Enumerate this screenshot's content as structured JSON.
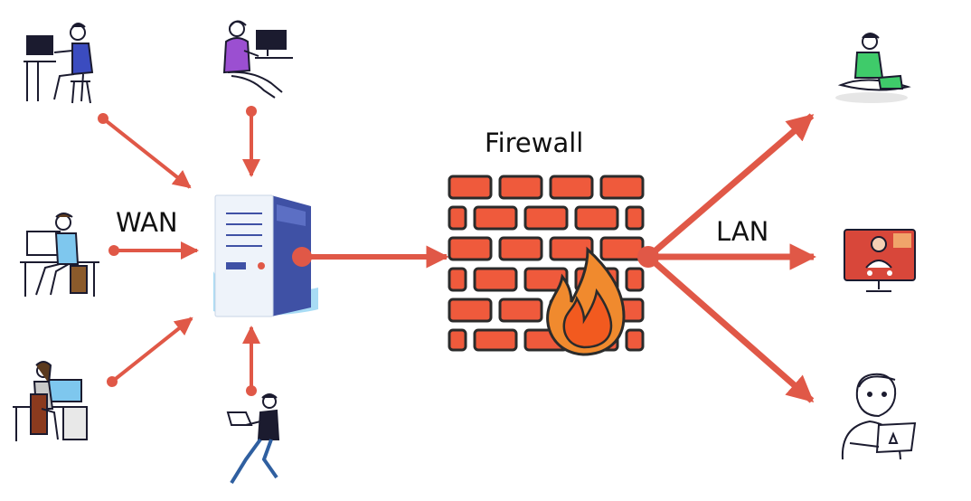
{
  "labels": {
    "wan": "WAN",
    "lan": "LAN",
    "firewall": "Firewall"
  },
  "nodes": {
    "wan_users": [
      {
        "name": "user-desktop-top-left-icon"
      },
      {
        "name": "user-headset-top-icon"
      },
      {
        "name": "user-desk-left-icon"
      },
      {
        "name": "user-woman-bottom-left-icon"
      },
      {
        "name": "user-laptop-walking-icon"
      }
    ],
    "server": {
      "name": "server-tower-icon"
    },
    "firewall": {
      "name": "firewall-brick-wall-icon"
    },
    "lan_users": [
      {
        "name": "user-laptop-sitting-icon"
      },
      {
        "name": "video-call-monitor-icon"
      },
      {
        "name": "user-laptop-thinking-icon"
      }
    ]
  },
  "colors": {
    "arrow": "#e05847",
    "brick": "#ef5a3c",
    "brick_outline": "#2b2b2b",
    "flame_outer": "#f08a2e",
    "flame_inner": "#f25a1f",
    "server_face": "#eef3fa",
    "server_side": "#3f51a5",
    "server_base": "#a8dcf5"
  }
}
